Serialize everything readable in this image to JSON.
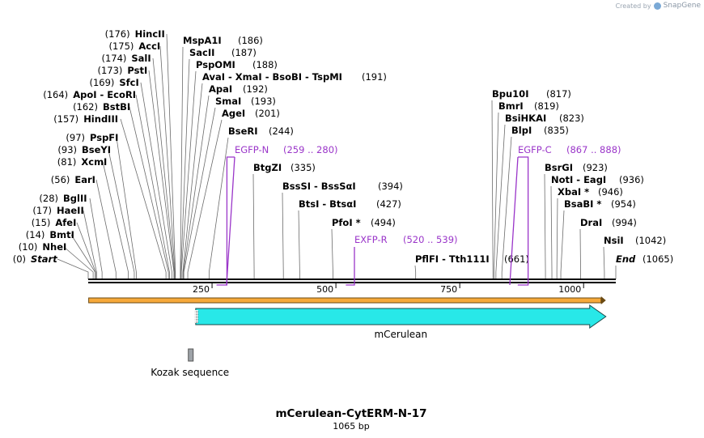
{
  "credit": {
    "prefix": "Created by",
    "brand": "SnapGene"
  },
  "title": "mCerulean-CytERM-N-17",
  "length_label": "1065 bp",
  "total_bp": 1065,
  "ruler_ticks": [
    250,
    500,
    750,
    1000
  ],
  "sites": [
    {
      "name": "Start",
      "pos": 0,
      "pos_label": "(0)",
      "label_after": false,
      "italic": true
    },
    {
      "name": "NheI",
      "pos": 10,
      "pos_label": "(10)",
      "label_after": false
    },
    {
      "name": "BmtI",
      "pos": 14,
      "pos_label": "(14)",
      "label_after": false
    },
    {
      "name": "AfeI",
      "pos": 15,
      "pos_label": "(15)",
      "label_after": false
    },
    {
      "name": "HaeII",
      "pos": 17,
      "pos_label": "(17)",
      "label_after": false
    },
    {
      "name": "BglII",
      "pos": 28,
      "pos_label": "(28)",
      "label_after": false
    },
    {
      "name": "EarI",
      "pos": 56,
      "pos_label": "(56)",
      "label_after": false
    },
    {
      "name": "XcmI",
      "pos": 81,
      "pos_label": "(81)",
      "label_after": false
    },
    {
      "name": "BseYI",
      "pos": 93,
      "pos_label": "(93)",
      "label_after": false
    },
    {
      "name": "PspFI",
      "pos": 97,
      "pos_label": "(97)",
      "label_after": false
    },
    {
      "name": "HindIII",
      "pos": 157,
      "pos_label": "(157)",
      "label_after": false
    },
    {
      "name": "BstBI",
      "pos": 162,
      "pos_label": "(162)",
      "label_after": false
    },
    {
      "name": "ApoI - EcoRI",
      "pos": 164,
      "pos_label": "(164)",
      "label_after": false
    },
    {
      "name": "SfcI",
      "pos": 169,
      "pos_label": "(169)",
      "label_after": false
    },
    {
      "name": "PstI",
      "pos": 173,
      "pos_label": "(173)",
      "label_after": false
    },
    {
      "name": "SalI",
      "pos": 174,
      "pos_label": "(174)",
      "label_after": false
    },
    {
      "name": "AccI",
      "pos": 175,
      "pos_label": "(175)",
      "label_after": false
    },
    {
      "name": "HincII",
      "pos": 176,
      "pos_label": "(176)",
      "label_after": false
    },
    {
      "name": "MspA1I",
      "pos": 186,
      "pos_label": "(186)",
      "label_after": true
    },
    {
      "name": "SacII",
      "pos": 187,
      "pos_label": "(187)",
      "label_after": true
    },
    {
      "name": "PspOMI",
      "pos": 188,
      "pos_label": "(188)",
      "label_after": true
    },
    {
      "name": "AvaI - XmaI - BsoBI - TspMI",
      "pos": 191,
      "pos_label": "(191)",
      "label_after": true
    },
    {
      "name": "ApaI",
      "pos": 192,
      "pos_label": "(192)",
      "label_after": true
    },
    {
      "name": "SmaI",
      "pos": 193,
      "pos_label": "(193)",
      "label_after": true
    },
    {
      "name": "AgeI",
      "pos": 201,
      "pos_label": "(201)",
      "label_after": true
    },
    {
      "name": "BseRI",
      "pos": 244,
      "pos_label": "(244)",
      "label_after": true
    },
    {
      "name": "BtgZI",
      "pos": 335,
      "pos_label": "(335)",
      "label_after": true
    },
    {
      "name": "BssSI - BssSαI",
      "pos": 394,
      "pos_label": "(394)",
      "label_after": true
    },
    {
      "name": "BtsI - BtsαI",
      "pos": 427,
      "pos_label": "(427)",
      "label_after": true
    },
    {
      "name": "PfoI *",
      "pos": 494,
      "pos_label": "(494)",
      "label_after": true
    },
    {
      "name": "PflFI - Tth111I",
      "pos": 661,
      "pos_label": "(661)",
      "label_after": true
    },
    {
      "name": "Bpu10I",
      "pos": 817,
      "pos_label": "(817)",
      "label_after": true
    },
    {
      "name": "BmrI",
      "pos": 819,
      "pos_label": "(819)",
      "label_after": true
    },
    {
      "name": "BsiHKAI",
      "pos": 823,
      "pos_label": "(823)",
      "label_after": true
    },
    {
      "name": "BlpI",
      "pos": 835,
      "pos_label": "(835)",
      "label_after": true
    },
    {
      "name": "BsrGI",
      "pos": 923,
      "pos_label": "(923)",
      "label_after": true
    },
    {
      "name": "NotI - EagI",
      "pos": 936,
      "pos_label": "(936)",
      "label_after": true
    },
    {
      "name": "XbaI *",
      "pos": 946,
      "pos_label": "(946)",
      "label_after": true
    },
    {
      "name": "BsaBI *",
      "pos": 954,
      "pos_label": "(954)",
      "label_after": true
    },
    {
      "name": "DraI",
      "pos": 994,
      "pos_label": "(994)",
      "label_after": true
    },
    {
      "name": "NsiI",
      "pos": 1042,
      "pos_label": "(1042)",
      "label_after": true
    },
    {
      "name": "End",
      "pos": 1065,
      "pos_label": "(1065)",
      "label_after": true,
      "italic": true
    }
  ],
  "primers": [
    {
      "name": "EGFP-N",
      "range_label": "(259 .. 280)",
      "start": 259,
      "end": 280,
      "direction": "forward"
    },
    {
      "name": "EXFP-R",
      "range_label": "(520 .. 539)",
      "start": 520,
      "end": 539,
      "direction": "reverse"
    },
    {
      "name": "EGFP-C",
      "range_label": "(867 .. 888)",
      "start": 867,
      "end": 888,
      "direction": "forward"
    }
  ],
  "features": [
    {
      "name": "",
      "start": 1,
      "end": 1045,
      "type": "orf",
      "color": "#f7a93a"
    },
    {
      "name": "mCerulean",
      "start": 217,
      "end": 1045,
      "type": "cds",
      "color": "#28e8e8"
    },
    {
      "name": "Kozak sequence",
      "start": 207,
      "end": 216,
      "type": "misc",
      "color": "#9ea3a8"
    }
  ],
  "colors": {
    "primer": "#9a35c9",
    "backbone": "#000000",
    "connector": "#6b6b6b"
  }
}
